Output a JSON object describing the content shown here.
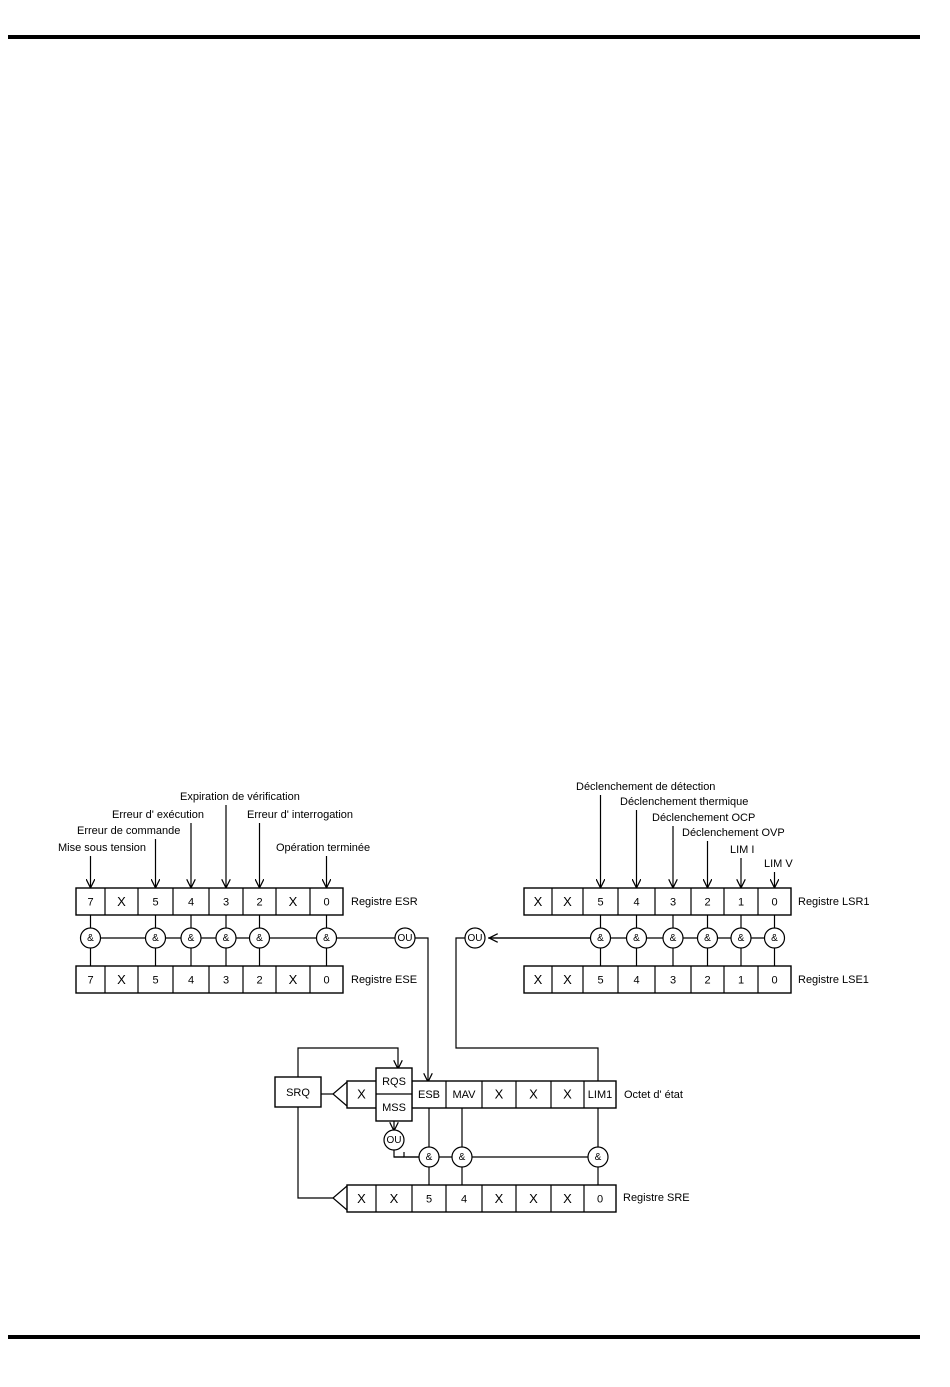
{
  "esr": {
    "cells": [
      "7",
      "X",
      "5",
      "4",
      "3",
      "2",
      "X",
      "0"
    ],
    "register_label": "Registre ESR",
    "event_labels": {
      "bit7": "Mise sous tension",
      "bit5": "Erreur de commande",
      "bit4": "Erreur d' exécution",
      "bit3": "Expiration de vérification",
      "bit2": "Erreur d' interrogation",
      "bit0": "Opération terminée"
    }
  },
  "ese": {
    "cells": [
      "7",
      "X",
      "5",
      "4",
      "3",
      "2",
      "X",
      "0"
    ],
    "register_label": "Registre ESE"
  },
  "lsr": {
    "cells": [
      "X",
      "X",
      "5",
      "4",
      "3",
      "2",
      "1",
      "0"
    ],
    "register_label": "Registre LSR1",
    "event_labels": {
      "bit5": "Déclenchement de détection",
      "bit4": "Déclenchement thermique",
      "bit3": "Déclenchement OCP",
      "bit2": "Déclenchement OVP",
      "bit1": "LIM I",
      "bit0": "LIM V"
    }
  },
  "lse": {
    "cells": [
      "X",
      "X",
      "5",
      "4",
      "3",
      "2",
      "1",
      "0"
    ],
    "register_label": "Registre LSE1"
  },
  "stb": {
    "x_cell": "X",
    "rqs": "RQS",
    "mss": "MSS",
    "cells": [
      "ESB",
      "MAV",
      "X",
      "X",
      "X",
      "LIM1"
    ],
    "register_label": "Octet d' état"
  },
  "sre": {
    "cells": [
      "X",
      "X",
      "5",
      "4",
      "X",
      "X",
      "X",
      "0"
    ],
    "register_label": "Registre SRE"
  },
  "srq": "SRQ",
  "ops": {
    "and": "&",
    "or": "OU"
  }
}
